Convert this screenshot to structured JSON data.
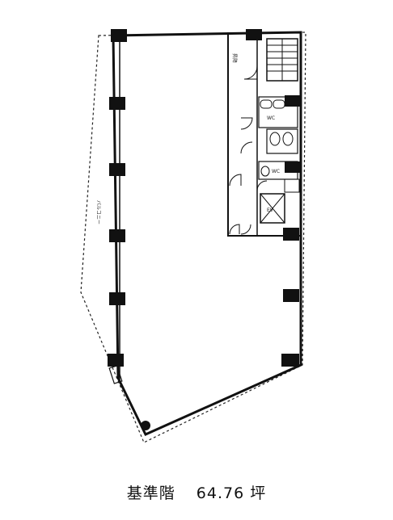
{
  "caption": {
    "floor_label": "基準階",
    "area_value": "64.76",
    "area_unit": "坪"
  },
  "labels": {
    "small_1": "昇降",
    "small_2": "WC",
    "small_3": "WC",
    "small_4": "EV",
    "side_text": "バルコニー"
  }
}
